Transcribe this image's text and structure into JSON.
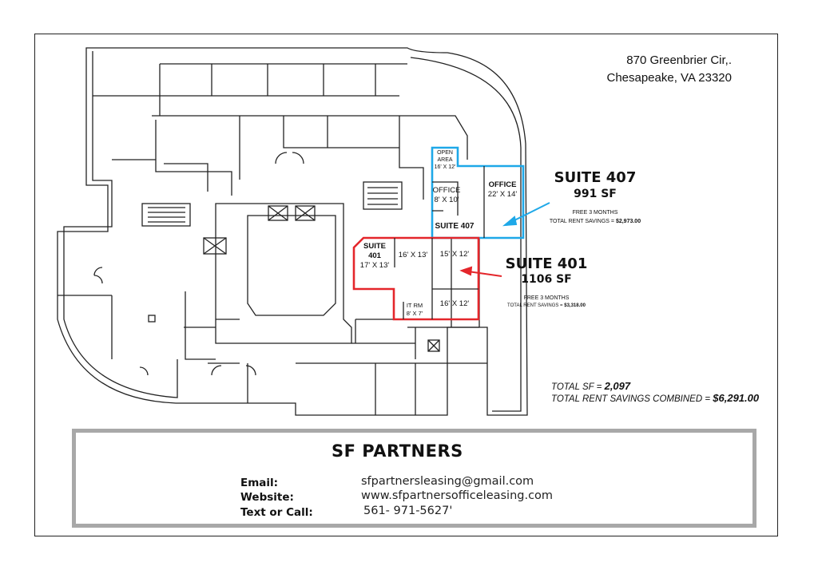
{
  "address": {
    "line1": "870 Greenbrier Cir,.",
    "line2": "Chesapeake, VA 23320"
  },
  "suites": [
    {
      "title": "SUITE 407",
      "sf": "991 SF",
      "promo": "FREE 3 MONTHS",
      "savings_label": "TOTAL RENT SAVINGS  =",
      "savings_value": "$2,973.00",
      "color": "#1ea8e8"
    },
    {
      "title": "SUITE 401",
      "sf": "1106 SF",
      "promo": "FREE 3 MONTHS",
      "savings_label": "TOTAL RENT SAVINGS =",
      "savings_value": "$3,318.00",
      "color": "#e4262b"
    }
  ],
  "rooms": {
    "open_area": [
      "OPEN",
      "AREA",
      "16' X 12'"
    ],
    "office_small": [
      "OFFICE",
      "8' X 10'"
    ],
    "office_large": [
      "OFFICE",
      "22' X 14'"
    ],
    "suite407_label": "SUITE 407",
    "suite401_label": [
      "SUITE",
      "401",
      "17' X 13'"
    ],
    "r1": "16' X 13'",
    "r2": "15' X 12'",
    "r3": "16' X  12'",
    "it_room": [
      "IT RM",
      "8' X 7'"
    ]
  },
  "totals": {
    "sf_label": "TOTAL SF = ",
    "sf_value": "2,097",
    "savings_label": "TOTAL RENT SAVINGS COMBINED = ",
    "savings_value": "$6,291.00"
  },
  "contact": {
    "brand": "SF PARTNERS",
    "email_label": "Email:",
    "email": "sfpartnersleasing@gmail.com",
    "website_label": "Website:",
    "website": "www.sfpartnersofficeleasing.com",
    "phone_label": "Text or Call:",
    "phone": "561- 971-5627'"
  }
}
